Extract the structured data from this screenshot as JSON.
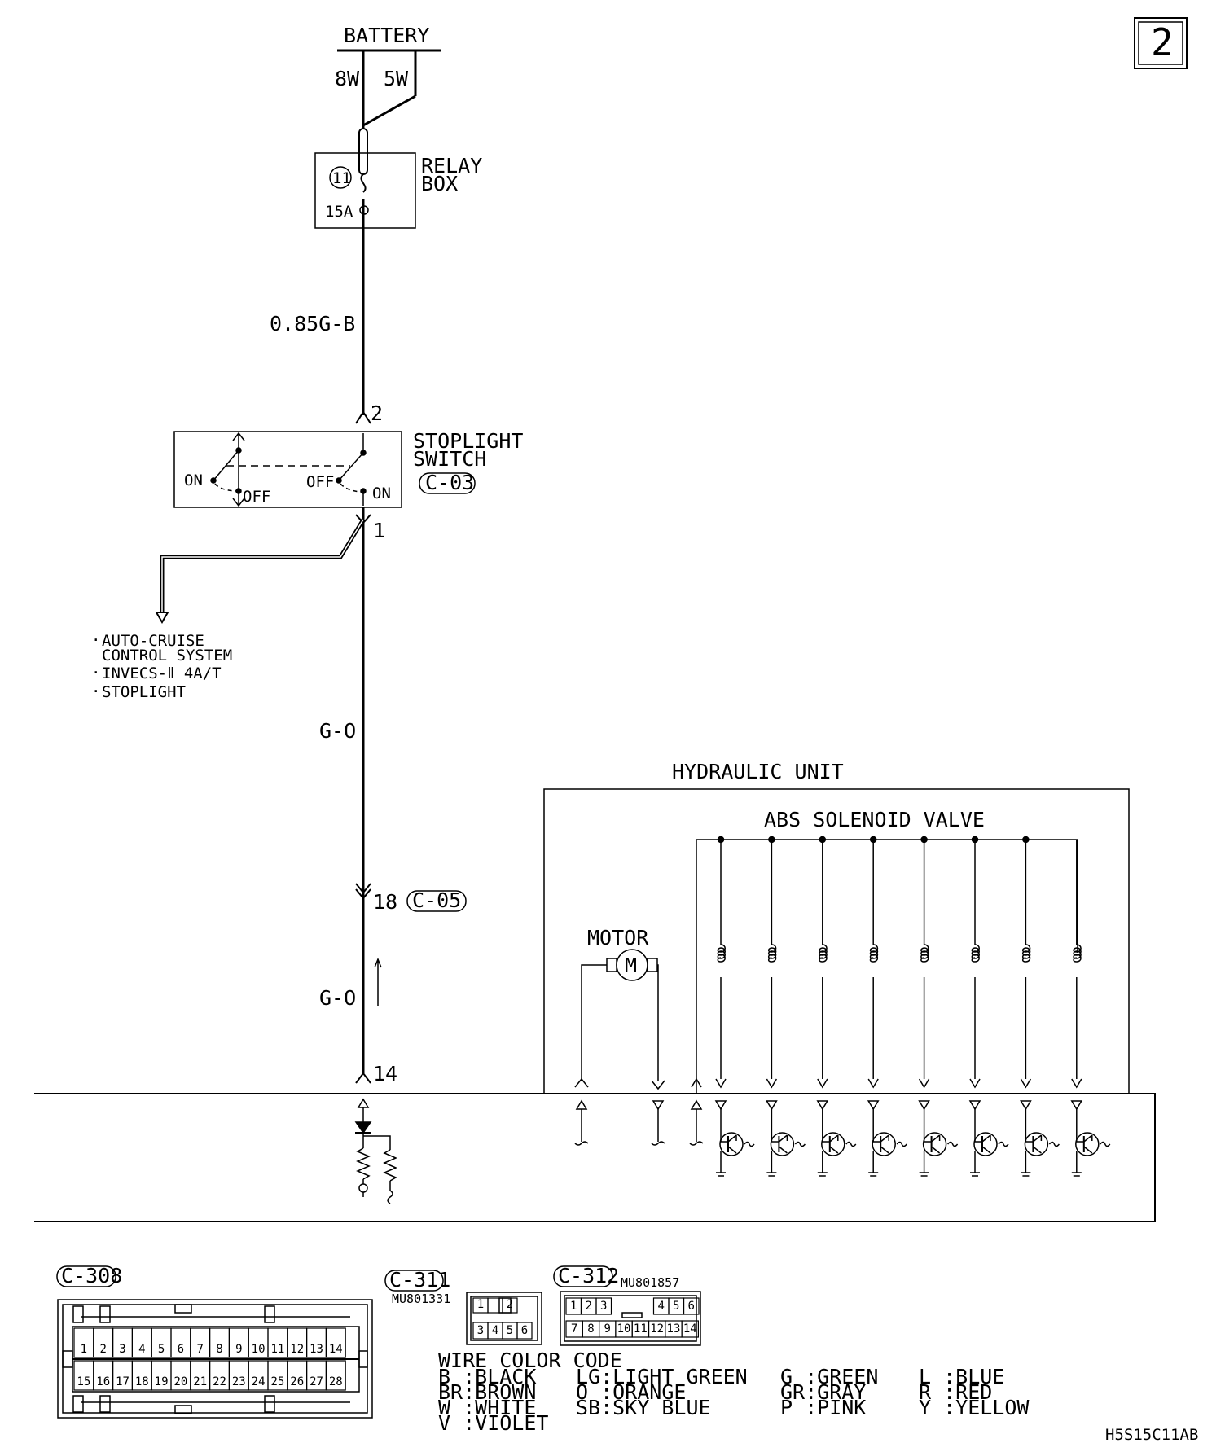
{
  "page_number": "2",
  "diagram_code": "H5S15C11AB",
  "battery": {
    "label": "BATTERY",
    "wire_left": "8W",
    "wire_right": "5W"
  },
  "relay_box": {
    "label_line1": "RELAY",
    "label_line2": "BOX",
    "fuse_number": "11",
    "fuse_rating": "15A"
  },
  "wires": {
    "w1": "0.85G-B",
    "w2": "G-O",
    "w3": "G-O"
  },
  "stoplight_switch": {
    "label_line1": "STOPLIGHT",
    "label_line2": "SWITCH",
    "connector": "C-03",
    "pin_top": "2",
    "pin_bottom": "1",
    "on_left": "ON",
    "off_left": "OFF",
    "off_right": "OFF",
    "on_right": "ON"
  },
  "branch_destinations": [
    "AUTO-CRUISE",
    "CONTROL SYSTEM",
    "INVECS-Ⅱ 4A/T",
    "STOPLIGHT"
  ],
  "junction": {
    "pin": "18",
    "connector": "C-05"
  },
  "ecu_pin": "14",
  "hydraulic_unit": {
    "label": "HYDRAULIC UNIT",
    "solenoid_label": "ABS SOLENOID VALVE",
    "motor_label": "MOTOR",
    "motor_symbol": "M",
    "solenoid_count": 8
  },
  "connectors": {
    "c308": {
      "label": "C-308",
      "row1": [
        "1",
        "2",
        "3",
        "4",
        "5",
        "6",
        "7",
        "8",
        "9",
        "10",
        "11",
        "12",
        "13",
        "14"
      ],
      "row2": [
        "15",
        "16",
        "17",
        "18",
        "19",
        "20",
        "21",
        "22",
        "23",
        "24",
        "25",
        "26",
        "27",
        "28"
      ]
    },
    "c311": {
      "label": "C-311",
      "part_no": "MU801331",
      "row1": [
        "1",
        "",
        "2"
      ],
      "row2": [
        "3",
        "4",
        "5",
        "6"
      ]
    },
    "c312": {
      "label": "C-312",
      "part_no": "MU801857",
      "row1": [
        "1",
        "2",
        "3",
        "4",
        "5",
        "6"
      ],
      "row2": [
        "7",
        "8",
        "9",
        "10",
        "11",
        "12",
        "13",
        "14"
      ]
    }
  },
  "wire_color_code": {
    "title": "WIRE COLOR CODE",
    "col1": [
      "B :BLACK",
      "BR:BROWN",
      "W :WHITE",
      "V :VIOLET"
    ],
    "col2": [
      "LG:LIGHT GREEN",
      "O :ORANGE",
      "SB:SKY BLUE"
    ],
    "col3": [
      "G :GREEN",
      "GR:GRAY",
      "P :PINK"
    ],
    "col4": [
      "L :BLUE",
      "R :RED",
      "Y :YELLOW"
    ]
  }
}
